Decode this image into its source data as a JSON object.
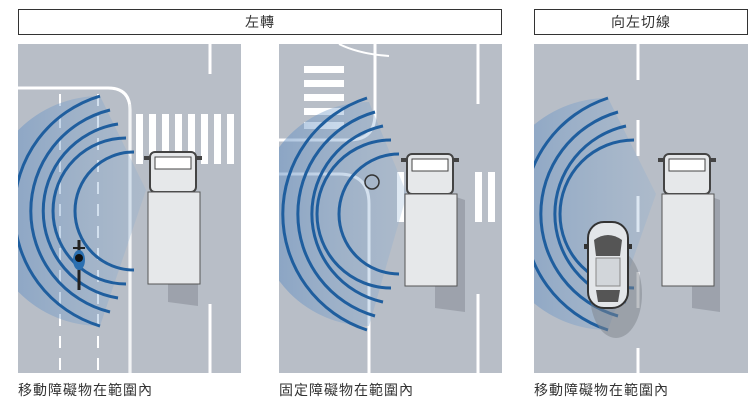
{
  "headers": {
    "left_turn": "左轉",
    "lane_change": "向左切線"
  },
  "panels": [
    {
      "caption": "移動障礙物在範圍內"
    },
    {
      "caption": "固定障礙物在範圍內"
    },
    {
      "caption": "移動障礙物在範圍內"
    }
  ],
  "colors": {
    "road": "#b8bec7",
    "sensor_arc": "#1f5e9e",
    "marking": "#ffffff",
    "truck_body": "#e6e8ea"
  }
}
